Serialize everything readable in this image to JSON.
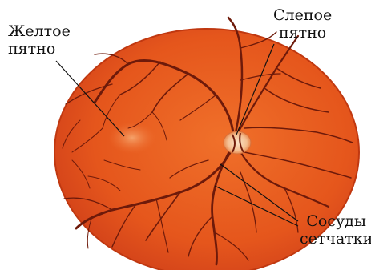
{
  "labels": {
    "macula": {
      "line1": "Желтое",
      "line2": "пятно"
    },
    "blind_spot": {
      "line1": "Слепое",
      "line2": "пятно"
    },
    "vessels": {
      "line1": "Сосуды",
      "line2": "сетчатки"
    }
  },
  "colors": {
    "retina_fill": "#E8541A",
    "retina_edge": "#C43A10",
    "vessel": "#6E1A0A",
    "macula": "#F08A52",
    "optic_disc": "#F4C6A0",
    "leader_line": "#111111"
  }
}
